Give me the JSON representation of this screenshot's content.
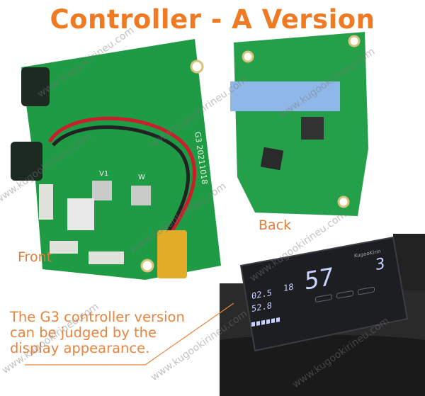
{
  "title": "Controller - A Version",
  "labels": {
    "front": "Front",
    "back": "Back"
  },
  "note": [
    "The G3 controller version",
    "can be judged by the",
    "display appearance."
  ],
  "board_print": {
    "model": "G3  20211018",
    "phase_v": "V1",
    "phase_w": "W"
  },
  "display": {
    "brand": "KugooKirin",
    "trip": "02.5",
    "odo": "52.8",
    "temp": "18",
    "speed": "57",
    "gear": "3",
    "battery_bars": 6,
    "buttons": [
      "",
      "",
      ""
    ]
  },
  "watermark": "www.kugookirineu.com",
  "colors": {
    "accent": "#f07a22",
    "pcb": "#1f9a45",
    "display_bg": "#1c1e22",
    "display_text": "#c9d2ff"
  }
}
